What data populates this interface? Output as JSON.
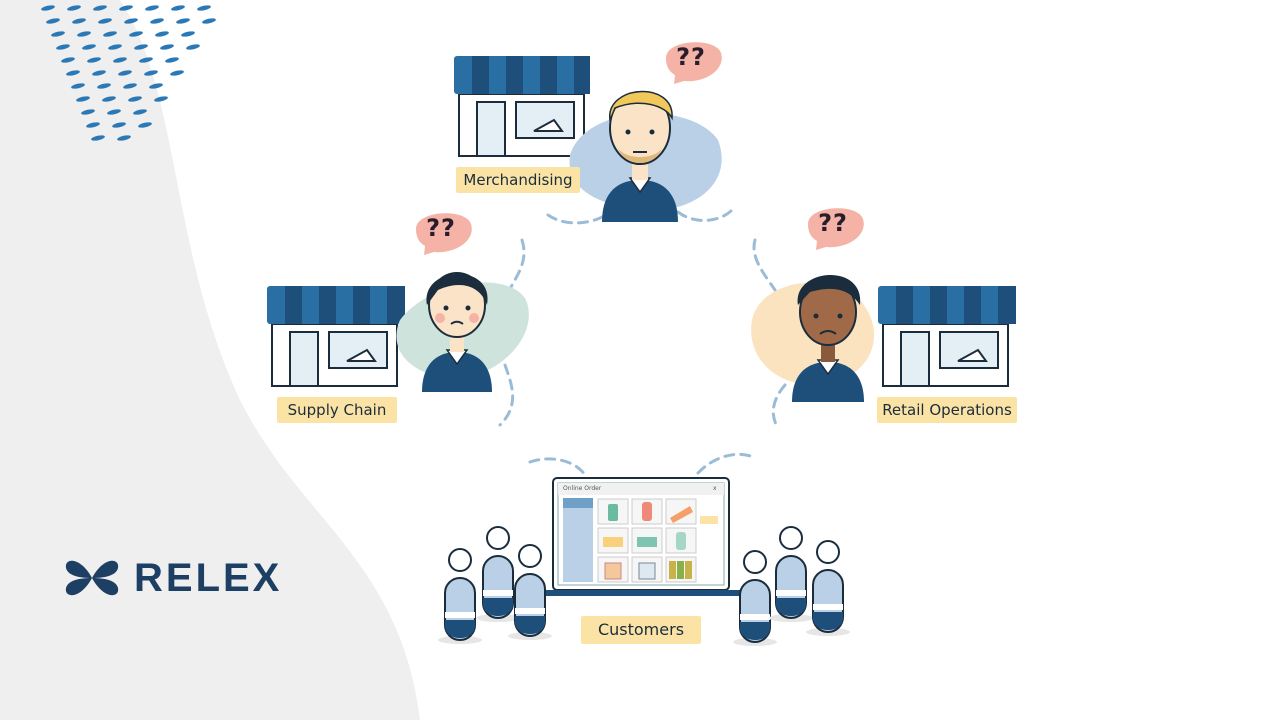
{
  "roles": {
    "merchandising": {
      "label": "Merchandising",
      "question": "??"
    },
    "supply_chain": {
      "label": "Supply Chain",
      "question": "??"
    },
    "retail_operations": {
      "label": "Retail Operations",
      "question": "??"
    }
  },
  "customers": {
    "label": "Customers"
  },
  "online_order": {
    "window_title": "Online Order",
    "close": "x"
  },
  "brand": {
    "name": "RELEX"
  },
  "colors": {
    "navy": "#1d4f7a",
    "awning": "#2a6fa3",
    "label_bg": "#fbe3a6",
    "bubble": "#f4b3a6",
    "blob_blue": "#b9d0e6",
    "blob_green": "#cde3dc",
    "blob_peach": "#fbe3c0",
    "dash": "#9bbcd6"
  }
}
